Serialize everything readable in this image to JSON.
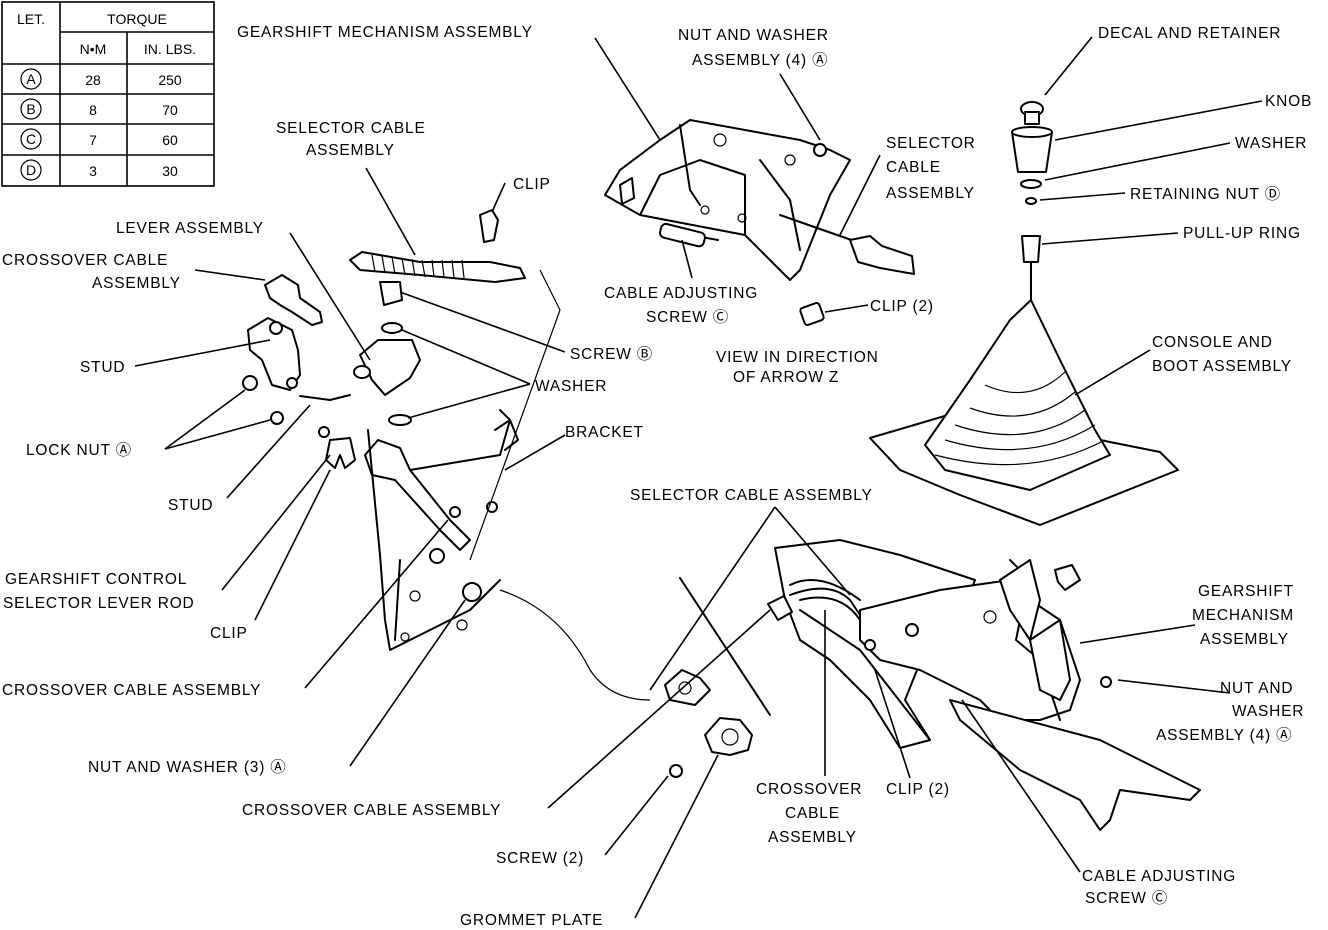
{
  "torque_table": {
    "header_letter": "LET.",
    "header_torque": "TORQUE",
    "header_nm": "N•M",
    "header_inlbs": "IN. LBS.",
    "rows": [
      {
        "letter": "A",
        "nm": "28",
        "inlbs": "250"
      },
      {
        "letter": "B",
        "nm": "8",
        "inlbs": "70"
      },
      {
        "letter": "C",
        "nm": "7",
        "inlbs": "60"
      },
      {
        "letter": "D",
        "nm": "3",
        "inlbs": "30"
      }
    ]
  },
  "labels": {
    "gearshift_mech_top": "GEARSHIFT MECHANISM ASSEMBLY",
    "nut_washer_top_1": "NUT AND WASHER",
    "nut_washer_top_2": "ASSEMBLY (4) Ⓐ",
    "decal_retainer": "DECAL AND RETAINER",
    "knob": "KNOB",
    "washer_right": "WASHER",
    "retaining_nut": "RETAINING NUT Ⓓ",
    "pull_up_ring": "PULL-UP RING",
    "selector_cable_left_1": "SELECTOR CABLE",
    "selector_cable_left_2": "ASSEMBLY",
    "clip_top": "CLIP",
    "selector_cable_mid_1": "SELECTOR",
    "selector_cable_mid_2": "CABLE",
    "selector_cable_mid_3": "ASSEMBLY",
    "lever_assembly": "LEVER ASSEMBLY",
    "crossover_cable_tl_1": "CROSSOVER CABLE",
    "crossover_cable_tl_2": "ASSEMBLY",
    "cable_adj_top_1": "CABLE ADJUSTING",
    "cable_adj_top_2": "SCREW Ⓒ",
    "clip_2_top": "CLIP (2)",
    "view_arrow_1": "VIEW IN DIRECTION",
    "view_arrow_2": "OF ARROW Z",
    "console_boot_1": "CONSOLE AND",
    "console_boot_2": "BOOT ASSEMBLY",
    "stud_1": "STUD",
    "screw_b": "SCREW Ⓑ",
    "washer_mid": "WASHER",
    "lock_nut": "LOCK NUT Ⓐ",
    "bracket": "BRACKET",
    "stud_2": "STUD",
    "selector_cable_lower": "SELECTOR CABLE ASSEMBLY",
    "gearshift_rod_1": "GEARSHIFT CONTROL",
    "gearshift_rod_2": "SELECTOR LEVER ROD",
    "gearshift_mech_right_1": "GEARSHIFT",
    "gearshift_mech_right_2": "MECHANISM",
    "gearshift_mech_right_3": "ASSEMBLY",
    "clip_left": "CLIP",
    "crossover_cable_left": "CROSSOVER CABLE ASSEMBLY",
    "nut_washer_right_1": "NUT AND",
    "nut_washer_right_2": "WASHER",
    "nut_washer_right_3": "ASSEMBLY (4) Ⓐ",
    "nut_washer_3": "NUT AND WASHER (3) Ⓐ",
    "crossover_cable_bottom_1": "CROSSOVER",
    "crossover_cable_bottom_2": "CABLE",
    "crossover_cable_bottom_3": "ASSEMBLY",
    "clip_2_bottom": "CLIP (2)",
    "crossover_cable_lower": "CROSSOVER CABLE ASSEMBLY",
    "cable_adj_bottom_1": "CABLE ADJUSTING",
    "cable_adj_bottom_2": "SCREW Ⓒ",
    "screw_2": "SCREW (2)",
    "grommet_plate": "GROMMET PLATE"
  }
}
